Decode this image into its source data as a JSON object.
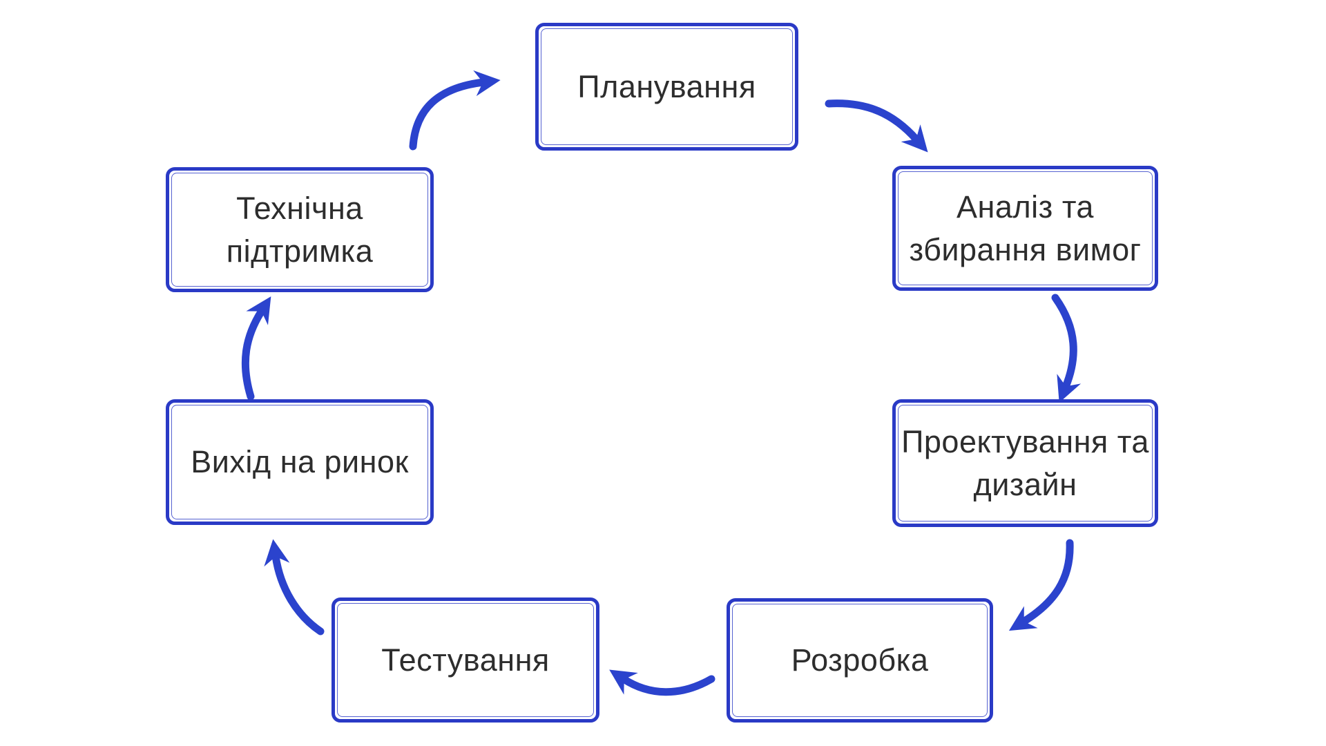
{
  "diagram": {
    "type": "cycle",
    "language": "uk",
    "colors": {
      "accent_border": "#2a3ac6",
      "accent_arrow": "#2b43cd",
      "text": "#2d2d2d",
      "background": "#ffffff"
    },
    "nodes": [
      {
        "id": "planning",
        "label": "Планування"
      },
      {
        "id": "analysis",
        "label": "Аналіз та\nзбирання вимог"
      },
      {
        "id": "design",
        "label": "Проектування та\nдизайн"
      },
      {
        "id": "development",
        "label": "Розробка"
      },
      {
        "id": "testing",
        "label": "Тестування"
      },
      {
        "id": "launch",
        "label": "Вихід на ринок"
      },
      {
        "id": "support",
        "label": "Технічна\nпідтримка"
      }
    ],
    "edges": [
      {
        "from": "planning",
        "to": "analysis"
      },
      {
        "from": "analysis",
        "to": "design"
      },
      {
        "from": "design",
        "to": "development"
      },
      {
        "from": "development",
        "to": "testing"
      },
      {
        "from": "testing",
        "to": "launch"
      },
      {
        "from": "launch",
        "to": "support"
      },
      {
        "from": "support",
        "to": "planning"
      }
    ]
  }
}
